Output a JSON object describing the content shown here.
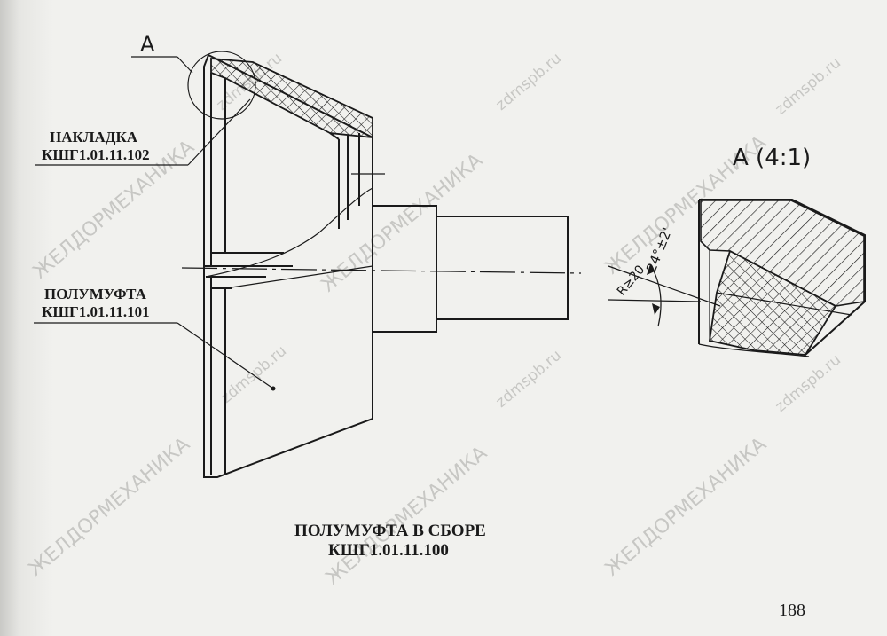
{
  "view_marker": "A",
  "detail_title": "A (4:1)",
  "parts": [
    {
      "name": "НАКЛАДКА",
      "code": "КШГ1.01.11.102"
    },
    {
      "name": "ПОЛУМУФТА",
      "code": "КШГ1.01.11.101"
    }
  ],
  "assembly": {
    "name": "ПОЛУМУФТА В СБОРЕ",
    "code": "КШГ1.01.11.100"
  },
  "detail_dims": {
    "angle": "24°±2'",
    "radius": "R≥20"
  },
  "page_number": "188",
  "watermarks": [
    "ЖЕЛДОРМЕХАНИКА",
    "zdmspb.ru"
  ]
}
